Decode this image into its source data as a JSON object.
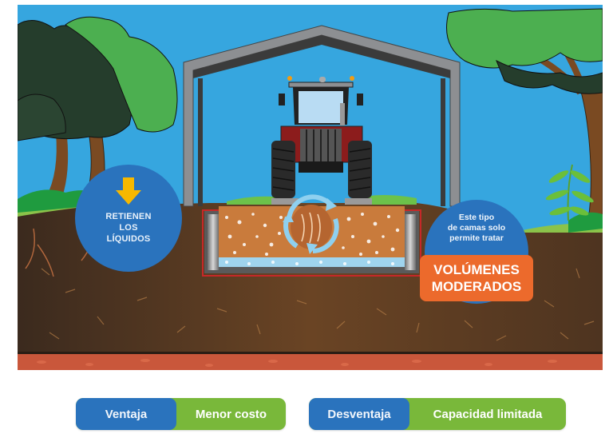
{
  "scene": {
    "title": "Cama biológica bajo techo",
    "colors": {
      "sky": "#36a6df",
      "soil": "#5a3a22",
      "clay": "#c9573b",
      "blue": "#2a73bd",
      "orange": "#ec6a2c",
      "green": "#79b83a",
      "yellow_arrow": "#f6b800",
      "tractor_red": "#8c1c1c"
    },
    "callout_left": {
      "icon": "arrow-down-icon",
      "lines": [
        "RETIENEN",
        "LOS",
        "LÍQUIDOS"
      ]
    },
    "callout_right": {
      "lines": [
        "Este tipo",
        "de camas solo",
        "permite tratar"
      ],
      "highlight_lines": [
        "VOLÚMENES",
        "MODERADOS"
      ]
    },
    "biobed_icon": "recycle-cycle-icon"
  },
  "pills": [
    {
      "label": "Ventaja",
      "value": "Menor costo"
    },
    {
      "label": "Desventaja",
      "value": "Capacidad limitada"
    }
  ]
}
